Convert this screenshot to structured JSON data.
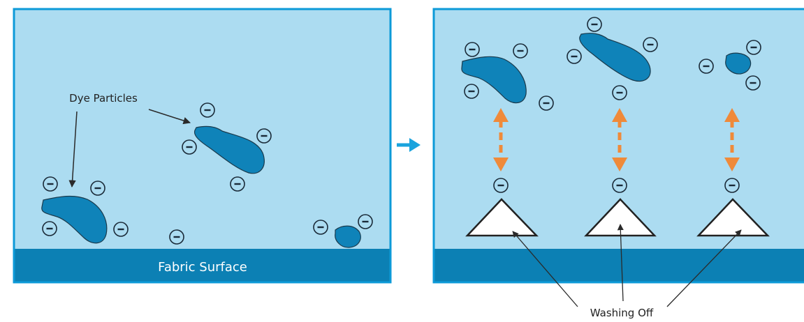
{
  "labels": {
    "dye_particles": "Dye Particles",
    "fabric_surface": "Fabric Surface",
    "washing_off": "Washing Off"
  },
  "charge_symbol": "−",
  "colors": {
    "water": "#acdcf1",
    "border": "#0d9ad8",
    "fabric": "#0c80b4",
    "particle": "#0f83b9",
    "particle_outline": "#1a3a4c",
    "arrow_orange": "#ef8a3a",
    "transition_arrow": "#1aa3dd",
    "pointer": "#2a2a2a"
  },
  "icons": {
    "transition": "right-arrow-icon",
    "repulsion": "double-headed-arrow-icon"
  }
}
